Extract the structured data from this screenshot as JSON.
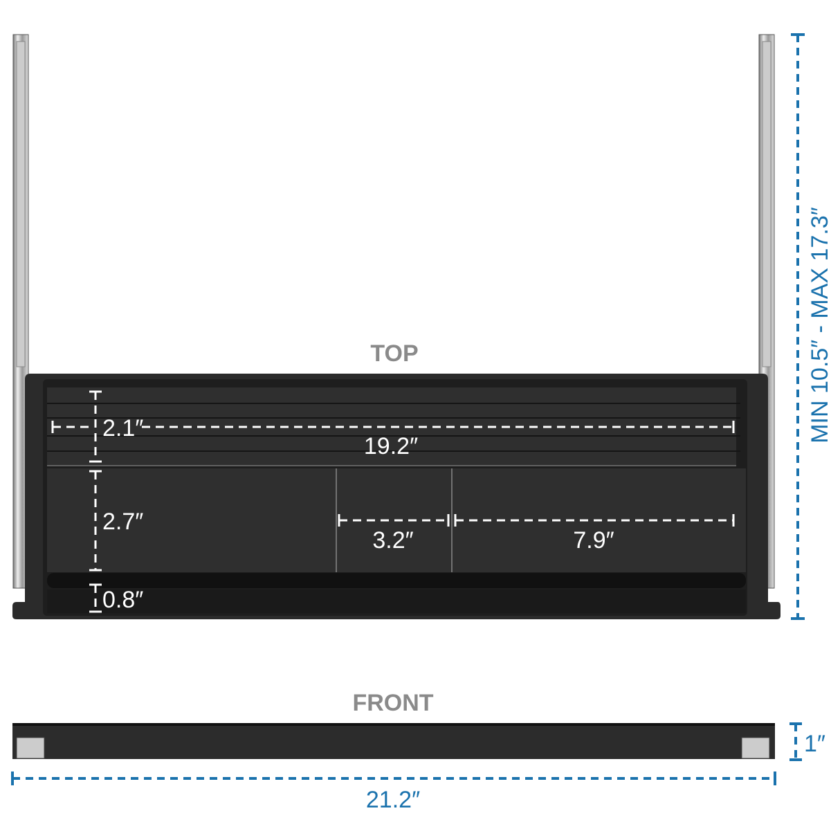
{
  "views": {
    "top": "TOP",
    "front": "FRONT"
  },
  "dimensions": {
    "compartment_top_depth": "2.1″",
    "inner_width": "19.2″",
    "compartment_middle_depth": "2.7″",
    "small_compartment_width": "3.2″",
    "right_compartment_width": "7.9″",
    "front_lip_depth": "0.8″",
    "extension_range": "MIN 10.5″ - MAX 17.3″",
    "height": "1″",
    "overall_width": "21.2″"
  },
  "colors": {
    "dimension_blue": "#1a72ad",
    "tray": "#2a2a2a",
    "label_gray": "#8a8a8a"
  }
}
